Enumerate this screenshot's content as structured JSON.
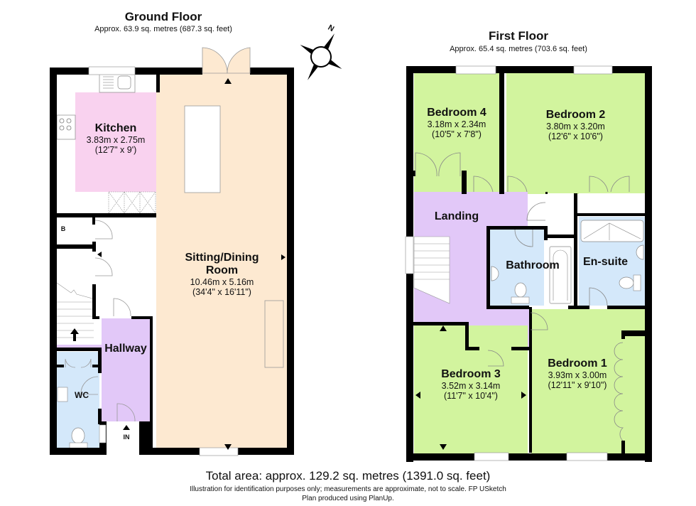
{
  "ground_floor": {
    "title": "Ground Floor",
    "area": "Approx. 63.9 sq. metres (687.3 sq. feet)",
    "rooms": {
      "kitchen": {
        "name": "Kitchen",
        "dim_m": "3.83m x 2.75m",
        "dim_ft": "(12'7\" x 9')"
      },
      "sitting_dining": {
        "name_line1": "Sitting/Dining",
        "name_line2": "Room",
        "dim_m": "10.46m x 5.16m",
        "dim_ft": "(34'4\" x 16'11\")"
      },
      "hallway": {
        "name": "Hallway"
      },
      "wc": {
        "name": "WC"
      },
      "boiler": {
        "name": "B"
      },
      "entrance": {
        "name": "IN"
      }
    }
  },
  "first_floor": {
    "title": "First Floor",
    "area": "Approx. 65.4 sq. metres (703.6 sq. feet)",
    "rooms": {
      "bedroom4": {
        "name": "Bedroom 4",
        "dim_m": "3.18m x 2.34m",
        "dim_ft": "(10'5\" x 7'8\")"
      },
      "bedroom2": {
        "name": "Bedroom 2",
        "dim_m": "3.80m x 3.20m",
        "dim_ft": "(12'6\" x 10'6\")"
      },
      "landing": {
        "name": "Landing"
      },
      "bathroom": {
        "name": "Bathroom"
      },
      "ensuite": {
        "name": "En-suite"
      },
      "bedroom3": {
        "name": "Bedroom 3",
        "dim_m": "3.52m x 3.14m",
        "dim_ft": "(11'7\" x 10'4\")"
      },
      "bedroom1": {
        "name": "Bedroom 1",
        "dim_m": "3.93m x 3.00m",
        "dim_ft": "(12'11\" x 9'10\")"
      }
    }
  },
  "compass": {
    "label": "N"
  },
  "footer": {
    "total": "Total area: approx. 129.2 sq. metres (1391.0 sq. feet)",
    "note_line1": "Illustration for identification purposes only; measurements are approximate, not to scale. FP USketch",
    "note_line2": "Plan produced using PlanUp."
  },
  "colors": {
    "wall": "#000000",
    "kitchen": "#f9d2ef",
    "sitting": "#fde9d1",
    "hallway": "#e2c8f8",
    "wc": "#d4e8fa",
    "bedroom": "#d2f49e",
    "landing": "#e2c8f8",
    "bathroom": "#d4e8fa"
  }
}
